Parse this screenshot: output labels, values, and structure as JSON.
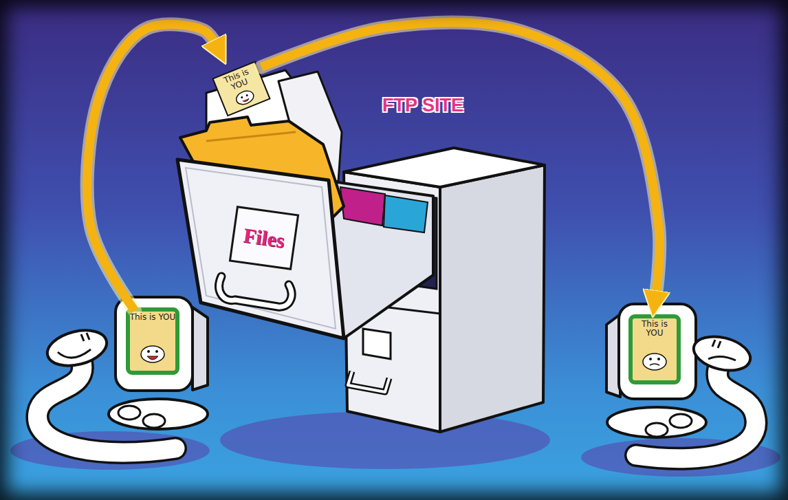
{
  "diagram": {
    "nodes": [
      {
        "text": [
          "This is YOU"
        ]
      },
      {
        "text": [
          "Files"
        ]
      },
      {
        "text": [
          "This is YOU"
        ]
      },
      {
        "text": [
          "This is YOU"
        ]
      }
    ],
    "edges": [
      {
        "from": 2,
        "to": 0,
        "arrow": "to"
      },
      {
        "from": 0,
        "to": 3,
        "arrow": "to"
      }
    ],
    "labels": [
      "FTP SITE"
    ]
  }
}
